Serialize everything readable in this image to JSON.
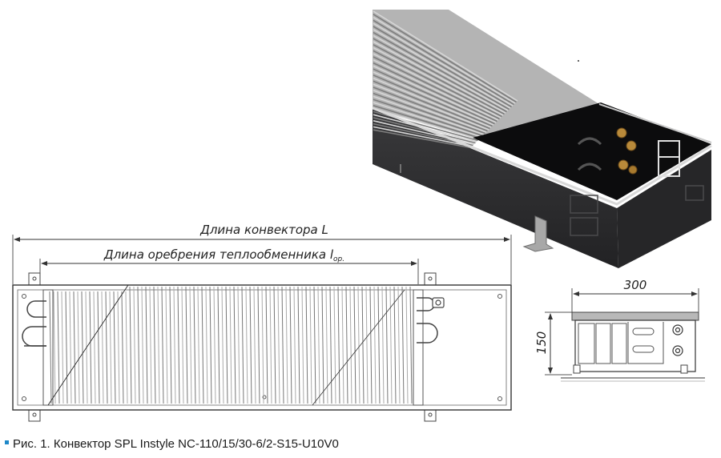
{
  "dimensions": {
    "length_label": "Длина конвектора L",
    "fin_length_label": "Длина оребрения теплообменника l",
    "fin_length_subscript": "ор.",
    "width": "300",
    "height": "150"
  },
  "caption": "Рис. 1. Конвектор SPL Instyle NC-110/15/30-6/2-S15-U10V0",
  "colors": {
    "accent": "#1e88c8",
    "housing": "#2b2b2d",
    "grille": "#9a9a9a",
    "line": "#333333"
  }
}
